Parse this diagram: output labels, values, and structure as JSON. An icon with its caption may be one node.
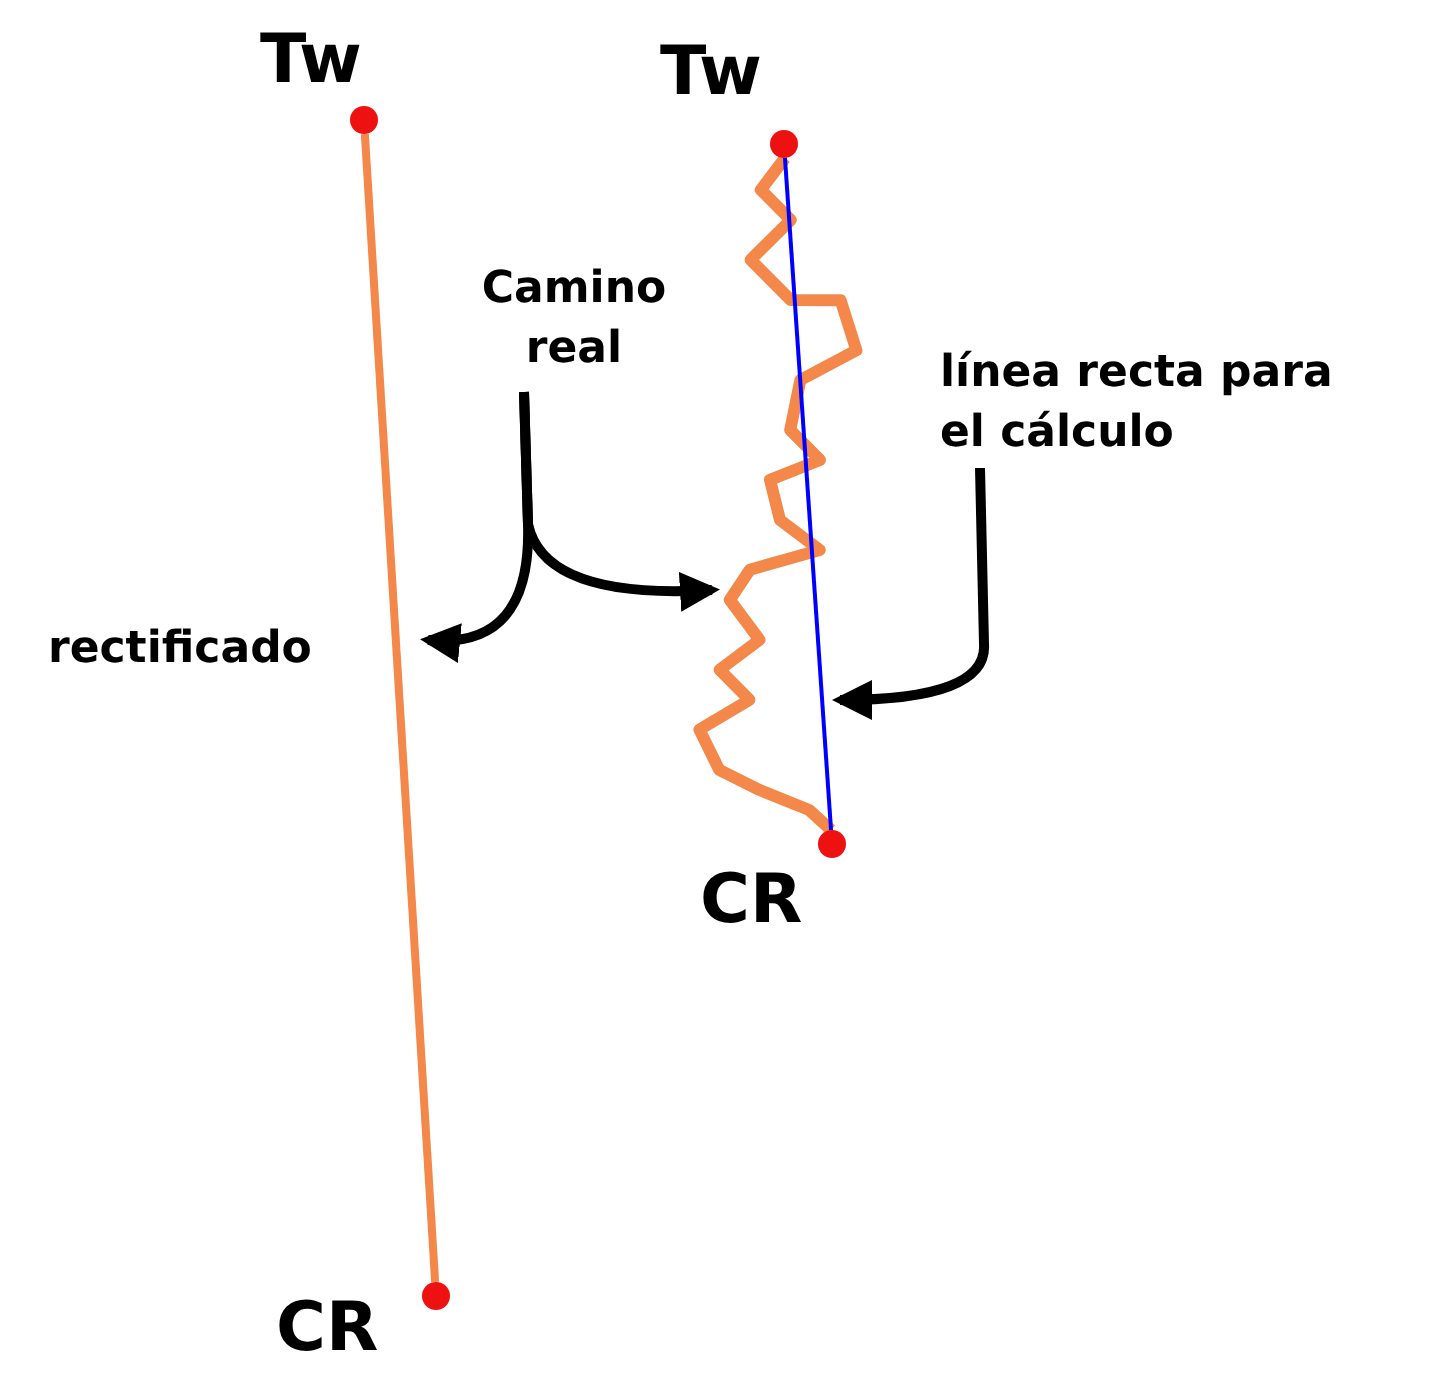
{
  "diagram": {
    "nodes": [
      {
        "text": [
          "Tw"
        ]
      },
      {
        "text": [
          "CR"
        ]
      },
      {
        "text": [
          "Tw"
        ]
      },
      {
        "text": [
          "CR"
        ]
      },
      {
        "text": [
          "Camino real"
        ]
      },
      {
        "text": [
          "línea recta para el cálculo"
        ]
      }
    ],
    "edges": [
      {
        "from": 0,
        "to": 1,
        "arrow": "none",
        "color": "#f4884a"
      },
      {
        "from": 2,
        "to": 3,
        "arrow": "none",
        "color": "#f4884a"
      },
      {
        "from": 2,
        "to": 3,
        "arrow": "none",
        "color": "#0000ff"
      },
      {
        "from": 4,
        "to": null,
        "arrow": "to"
      },
      {
        "from": 4,
        "to": null,
        "arrow": "to"
      },
      {
        "from": 5,
        "to": null,
        "arrow": "to"
      }
    ],
    "labels": [
      "rectificado"
    ]
  }
}
